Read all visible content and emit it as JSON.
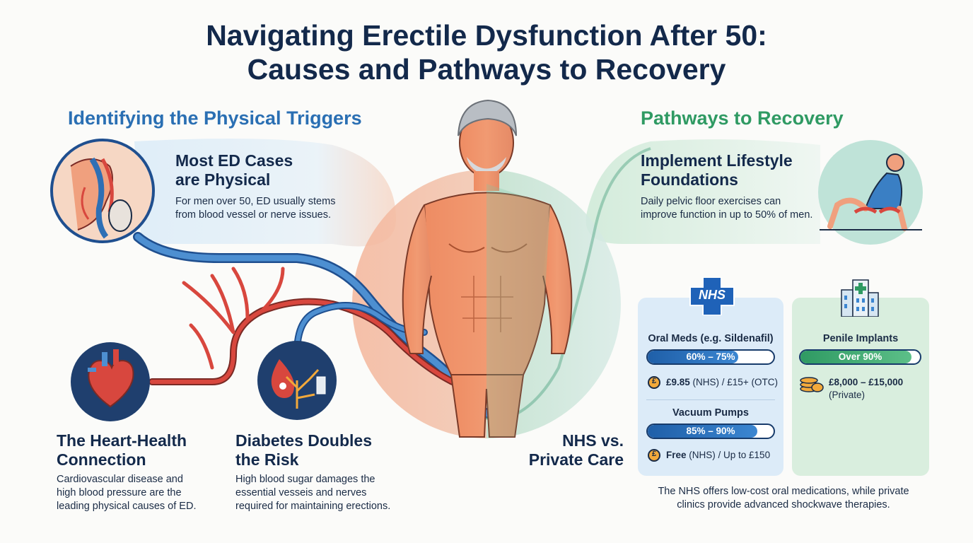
{
  "title_line1": "Navigating Erectile Dysfunction After 50:",
  "title_line2": "Causes and Pathways to Recovery",
  "left_section_title": "Identifying the Physical Triggers",
  "right_section_title": "Pathways to Recovery",
  "physical": {
    "heading_line1": "Most ED Cases",
    "heading_line2": "are Physical",
    "text_line1": "For men over 50, ED usually stems",
    "text_line2": "from blood vessel or nerve issues."
  },
  "heart": {
    "heading_line1": "The Heart-Health",
    "heading_line2": "Connection",
    "text_line1": "Cardiovascular disease and",
    "text_line2": "high blood pressure are the",
    "text_line3": "leading physical causes of ED."
  },
  "diabetes": {
    "heading_line1": "Diabetes Doubles",
    "heading_line2": "the Risk",
    "text_line1": "High blood sugar damages the",
    "text_line2": "essential vesseis and nerves",
    "text_line3": "required for maintaining erections."
  },
  "lifestyle": {
    "heading_line1": "Implement Lifestyle",
    "heading_line2": "Foundations",
    "text_line1": "Daily pelvic floor exercises can",
    "text_line2": "improve function in up to 50% of men."
  },
  "care_label_line1": "NHS vs.",
  "care_label_line2": "Private Care",
  "nhs_logo_text": "NHS",
  "nhs": {
    "oral": {
      "name": "Oral Meds (e.g. Sildenafil)",
      "rate_label": "60% – 75%",
      "rate_fraction": 0.72,
      "price_bold": "£9.85",
      "price_rest": " (NHS) / £15+ (OTC)"
    },
    "vacuum": {
      "name": "Vacuum Pumps",
      "rate_label": "85% – 90%",
      "rate_fraction": 0.87,
      "price_bold": "Free",
      "price_rest": " (NHS) / Up to £150"
    }
  },
  "private": {
    "implants": {
      "name": "Penile Implants",
      "rate_label": "Over 90%",
      "rate_fraction": 0.93,
      "price_line1": "£8,000 – £15,000",
      "price_line2": "(Private)"
    }
  },
  "footer_line1": "The NHS offers low-cost oral medications, while private",
  "footer_line2": "clinics provide advanced shockwave therapies.",
  "colors": {
    "navy": "#13294b",
    "blue": "#2a6fb3",
    "green": "#2f9a63",
    "artery_red": "#d8473e",
    "vein_blue": "#2e6fb5",
    "nhs_blue": "#1f62b8"
  },
  "icons": [
    "pelvis-anatomy-icon",
    "man-figure-icon",
    "heart-icon",
    "blood-drop-icon",
    "exercise-figure-icon",
    "nhs-logo-icon",
    "hospital-icon",
    "coin-icon",
    "coin-stack-icon"
  ]
}
